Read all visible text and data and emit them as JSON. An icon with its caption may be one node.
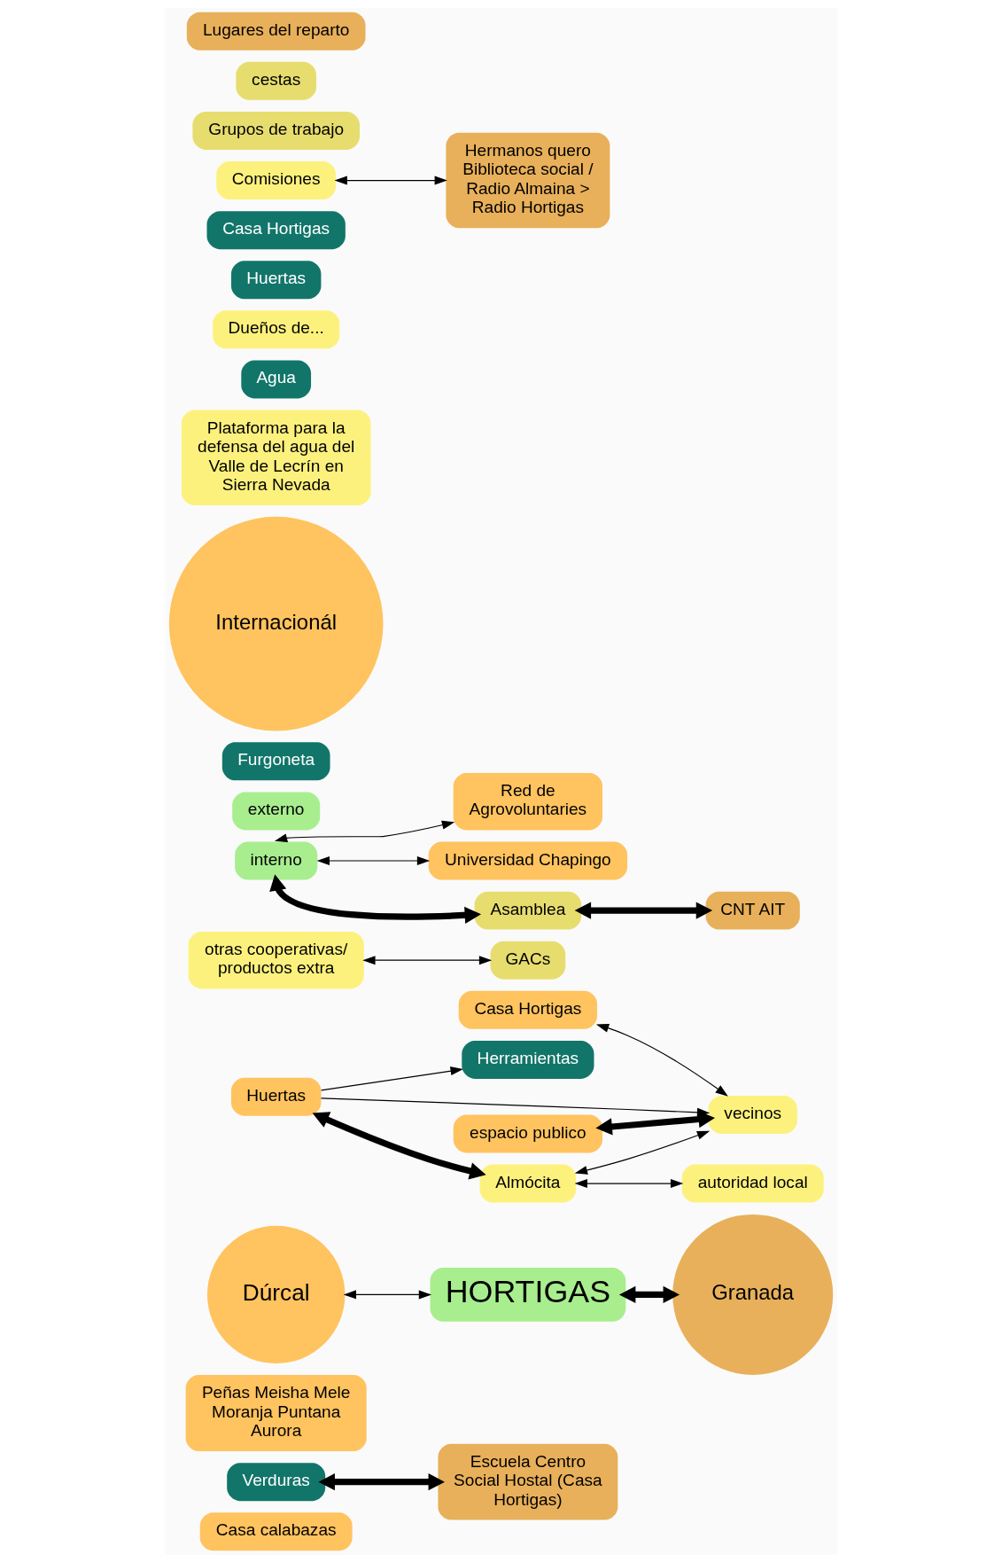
{
  "diagram": {
    "nodes": [
      {
        "text": [
          "Casa calabazas"
        ]
      },
      {
        "text": [
          "Verduras"
        ]
      },
      {
        "text": [
          "Peñas Meisha Mele Moranja Puntana Aurora"
        ]
      },
      {
        "text": [
          "Dúrcal"
        ]
      },
      {
        "text": [
          "Casa Hortigas"
        ]
      },
      {
        "text": [
          "Huertas"
        ]
      },
      {
        "text": [
          "espacio publico"
        ]
      },
      {
        "text": [
          "Herramientas"
        ]
      },
      {
        "text": [
          "vecinos"
        ]
      },
      {
        "text": [
          "otras cooperativas/ productos extra"
        ]
      },
      {
        "text": [
          "Almócita"
        ]
      },
      {
        "text": [
          "Red de Agrovoluntaries"
        ]
      },
      {
        "text": [
          "autoridad local"
        ]
      },
      {
        "text": [
          "HORTIGAS"
        ]
      },
      {
        "text": [
          "externo"
        ]
      },
      {
        "text": [
          "interno"
        ]
      },
      {
        "text": [
          "Furgoneta"
        ]
      },
      {
        "text": [
          "Internacionál"
        ]
      },
      {
        "text": [
          "Plataforma para la defensa del agua del Valle de Lecrín en Sierra Nevada"
        ]
      },
      {
        "text": [
          "Agua"
        ]
      },
      {
        "text": [
          "Dueños de..."
        ]
      },
      {
        "text": [
          "Huertas"
        ]
      },
      {
        "text": [
          "Casa Hortigas"
        ]
      },
      {
        "text": [
          "Comisiones"
        ]
      },
      {
        "text": [
          "Grupos de trabajo"
        ]
      },
      {
        "text": [
          "GACs"
        ]
      },
      {
        "text": [
          "cestas"
        ]
      },
      {
        "text": [
          "Universidad Chapingo"
        ]
      },
      {
        "text": [
          "Granada"
        ]
      },
      {
        "text": [
          "Asamblea"
        ]
      },
      {
        "text": [
          "CNT AIT"
        ]
      },
      {
        "text": [
          "Lugares del reparto"
        ]
      },
      {
        "text": [
          "Escuela Centro Social Hostal (Casa Hortigas)"
        ]
      },
      {
        "text": [
          "Hermanos quero Biblioteca social / Radio Almaina > Radio Hortigas"
        ]
      }
    ],
    "edges": [
      {
        "from": 1,
        "to": 32,
        "arrow": "both",
        "style": "thick"
      },
      {
        "from": 5,
        "to": 10,
        "arrow": "both",
        "style": "thick"
      },
      {
        "from": 5,
        "to": 7,
        "arrow": "to"
      },
      {
        "from": 5,
        "to": 8,
        "arrow": "to"
      },
      {
        "from": 3,
        "to": 13,
        "arrow": "both"
      },
      {
        "from": 4,
        "to": 8,
        "arrow": "both"
      },
      {
        "from": 6,
        "to": 8,
        "arrow": "both",
        "style": "thick"
      },
      {
        "from": 10,
        "to": 8,
        "arrow": "both"
      },
      {
        "from": 10,
        "to": 12,
        "arrow": "both"
      },
      {
        "from": 9,
        "to": 25,
        "arrow": "both"
      },
      {
        "from": 15,
        "to": 11,
        "arrow": "both"
      },
      {
        "from": 15,
        "to": 27,
        "arrow": "both"
      },
      {
        "from": 13,
        "to": 28,
        "arrow": "both",
        "style": "thick"
      },
      {
        "from": 15,
        "to": 29,
        "arrow": "both",
        "style": "thick"
      },
      {
        "from": 29,
        "to": 30,
        "arrow": "both",
        "style": "thick"
      },
      {
        "from": 23,
        "to": 33,
        "arrow": "both"
      }
    ]
  }
}
